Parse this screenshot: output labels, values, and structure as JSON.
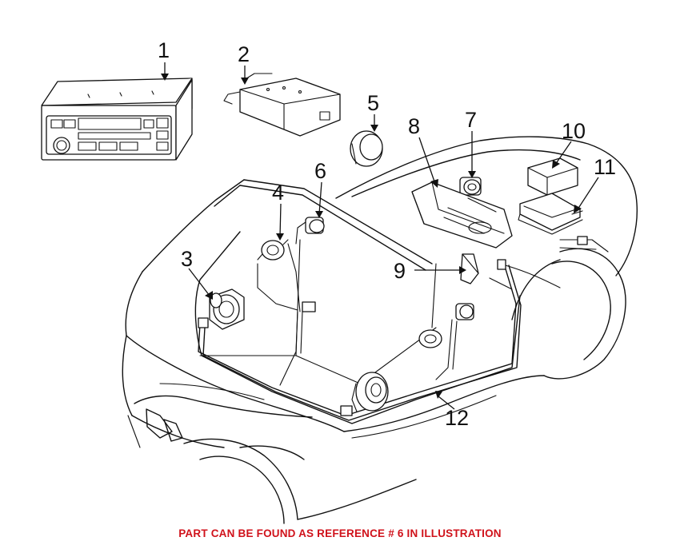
{
  "callouts": [
    "1",
    "2",
    "3",
    "4",
    "5",
    "6",
    "7",
    "8",
    "9",
    "10",
    "11",
    "12"
  ],
  "footer_note": "PART CAN BE FOUND AS REFERENCE # 6 IN ILLUSTRATION",
  "colors": {
    "line": "#111111",
    "footer": "#d0121b",
    "background": "#ffffff"
  }
}
